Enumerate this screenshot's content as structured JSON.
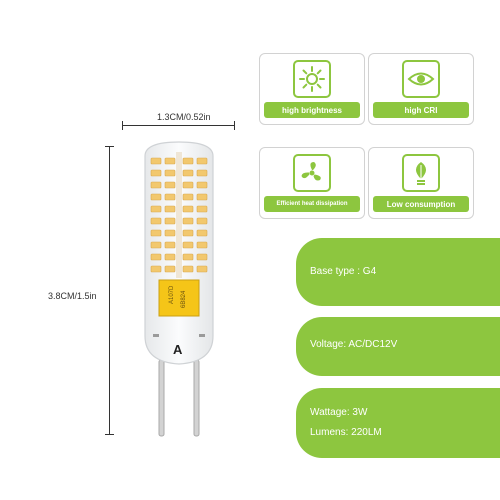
{
  "dimensions": {
    "width_label": "1.3CM/0.52in",
    "height_label": "3.8CM/1.5in"
  },
  "features": [
    {
      "icon": "sun-icon",
      "label": "high brightness"
    },
    {
      "icon": "eye-icon",
      "label": "high CRI"
    },
    {
      "icon": "fan-icon",
      "label": "Efficient heat dissipation"
    },
    {
      "icon": "leaf-bulb-icon",
      "label": "Low consumption"
    }
  ],
  "specs": {
    "base_type": "Base type : G4",
    "voltage": "Voltage: AC/DC12V",
    "wattage": "Wattage: 3W",
    "lumens": "Lumens: 220LM"
  },
  "chip": {
    "code1": "A107D",
    "code2": "6B824",
    "marking": "A"
  },
  "colors": {
    "accent": "#8dc63f",
    "led": "#f2c86e",
    "chip": "#f5c518"
  }
}
